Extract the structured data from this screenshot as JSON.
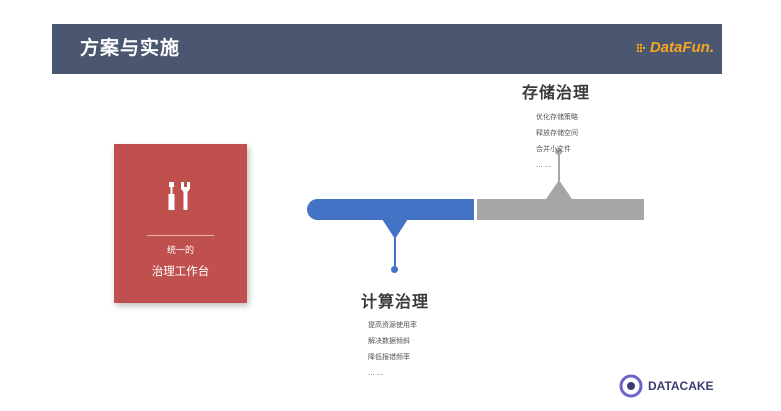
{
  "header": {
    "title": "方案与实施",
    "brand": "DataFun."
  },
  "card": {
    "subtitle": "统一的",
    "title": "治理工作台"
  },
  "storage": {
    "title": "存储治理",
    "items": [
      "优化存储策略",
      "释放存储空间",
      "合并小文件",
      "... ..."
    ]
  },
  "compute": {
    "title": "计算治理",
    "items": [
      "提高资源使用率",
      "解决数据倾斜",
      "降低报错频率",
      "... ..."
    ]
  },
  "footer": {
    "logo": "DATACAKE"
  },
  "colors": {
    "header": "#4b5670",
    "card": "#c0504d",
    "compute": "#4472c4",
    "storage": "#a6a6a6",
    "brand": "#f5a623"
  }
}
